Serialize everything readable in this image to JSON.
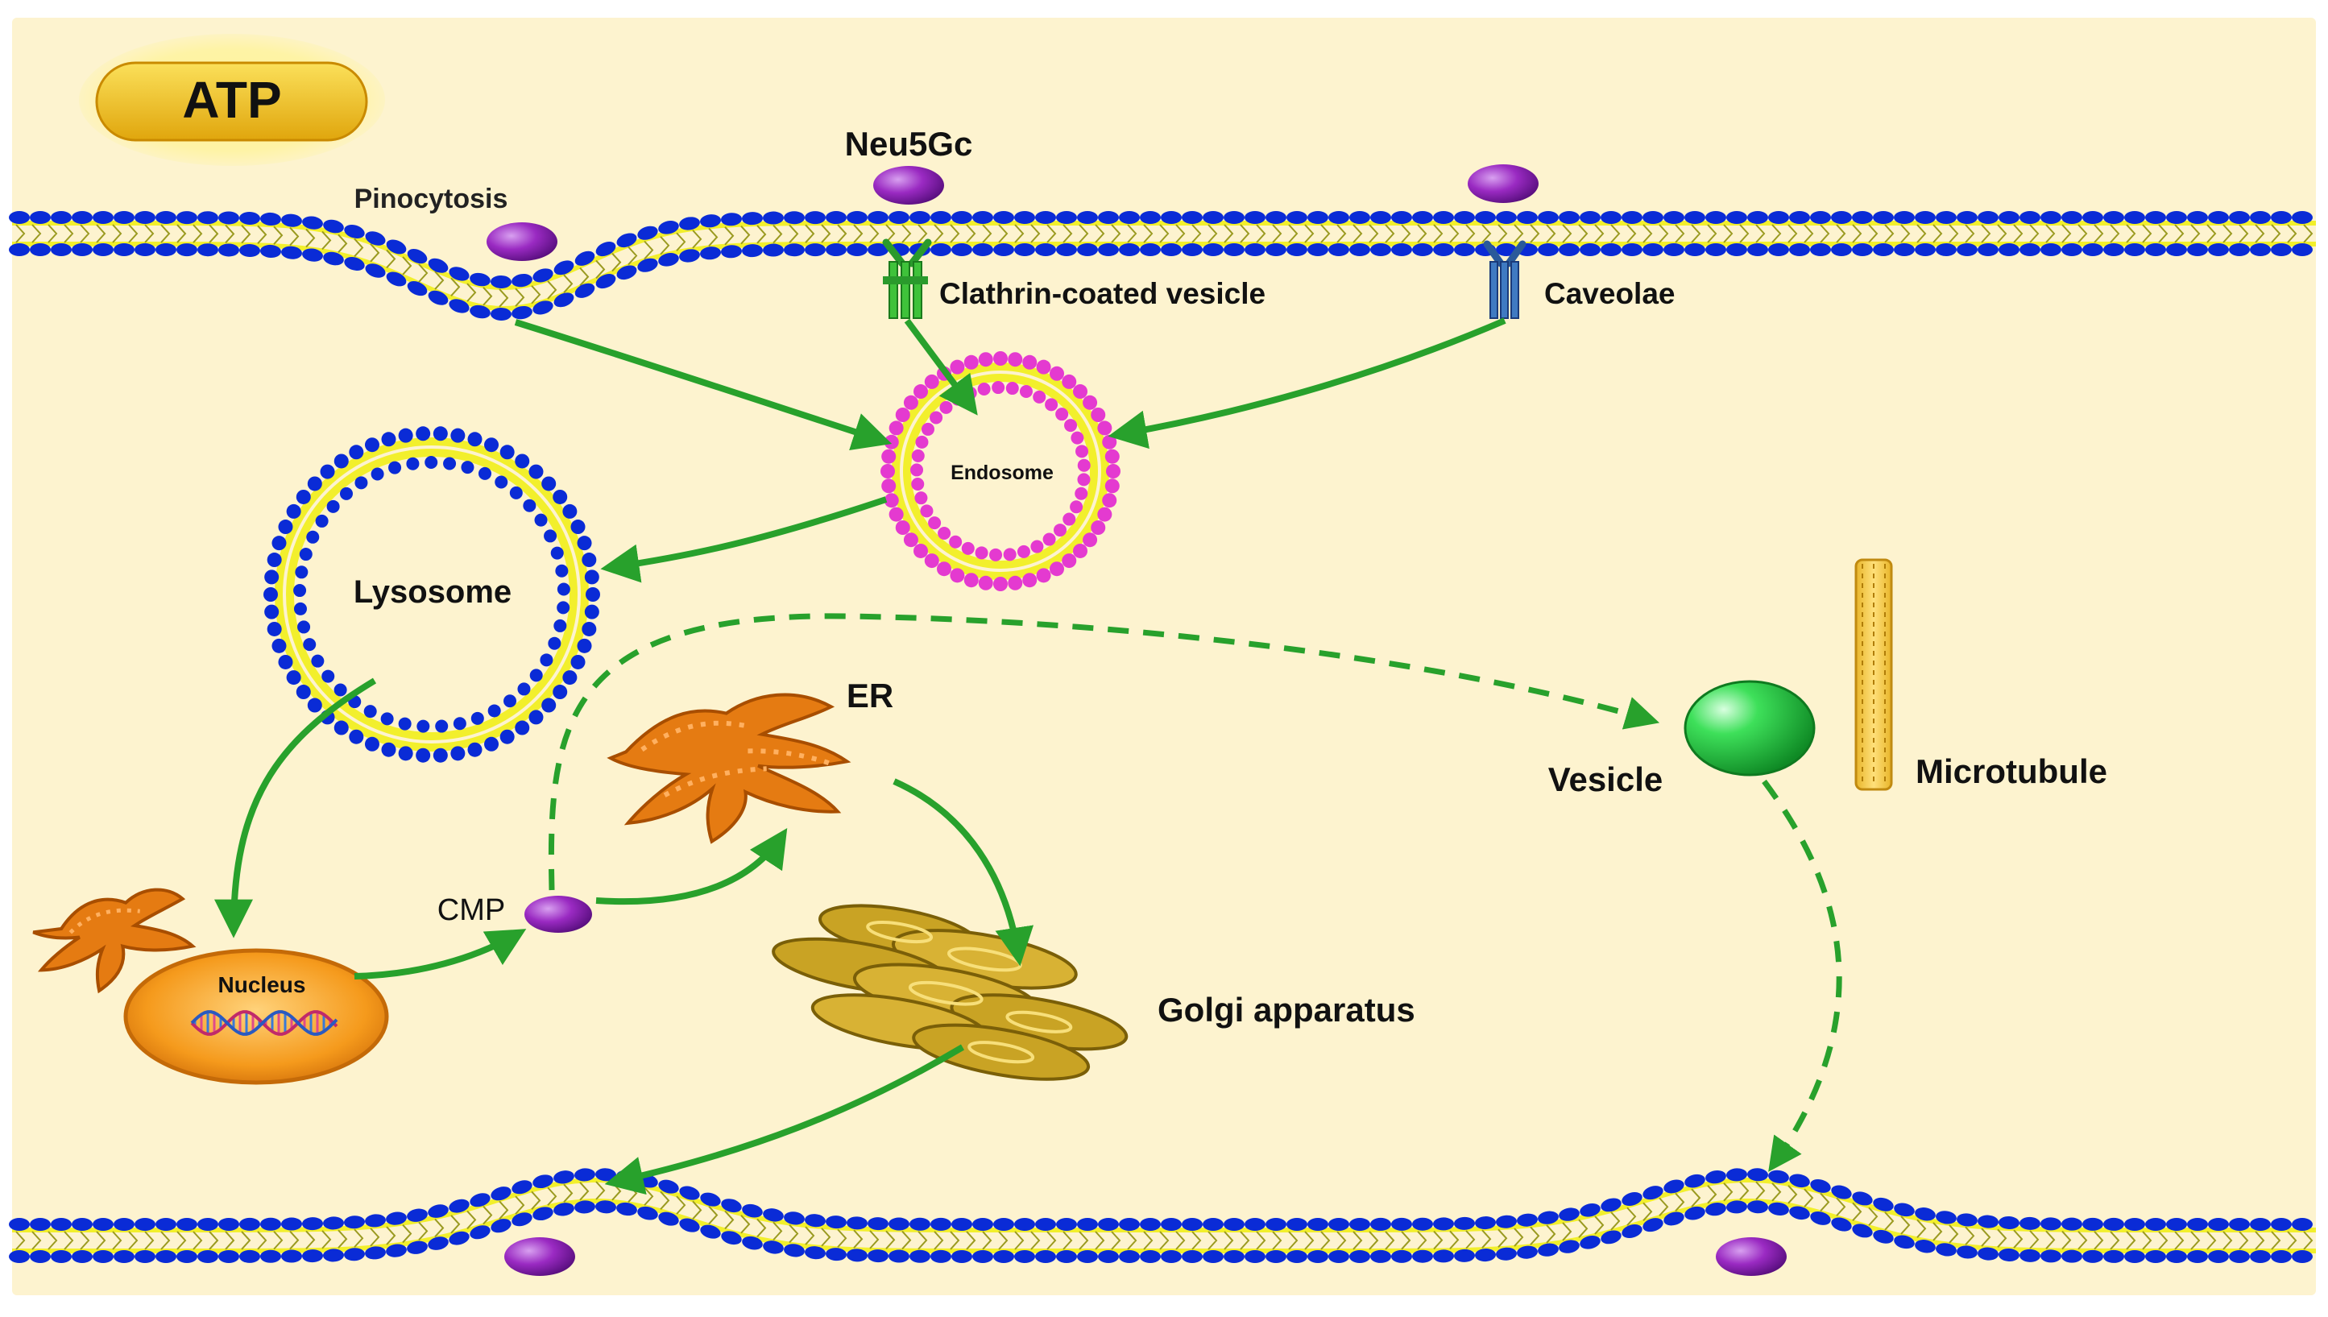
{
  "colors": {
    "background": "#fdf3cf",
    "membrane_head": "#0a2bd6",
    "membrane_tail": "#f2ef2c",
    "arrow": "#28a12c",
    "molecule": "#9a2ac2",
    "endosome_head": "#e43ad0",
    "atp_badge": "#f2c318",
    "vesicle": "#2bd64c",
    "er": "#e57b12",
    "golgi": "#c9a324",
    "nucleus": "#f59a1c",
    "microtubule": "#f2c94a"
  },
  "labels": {
    "atp": "ATP",
    "neu5gc": "Neu5Gc",
    "pinocytosis": "Pinocytosis",
    "clathrin": "Clathrin-coated vesicle",
    "caveolae": "Caveolae",
    "endosome": "Endosome",
    "lysosome": "Lysosome",
    "er": "ER",
    "vesicle": "Vesicle",
    "microtubule": "Microtubule",
    "cmp": "CMP",
    "nucleus": "Nucleus",
    "golgi": "Golgi apparatus"
  },
  "icons": {
    "clathrin": "clathrin-receptor-icon",
    "caveolae": "caveolae-receptor-icon",
    "dna": "dna-helix-icon"
  }
}
